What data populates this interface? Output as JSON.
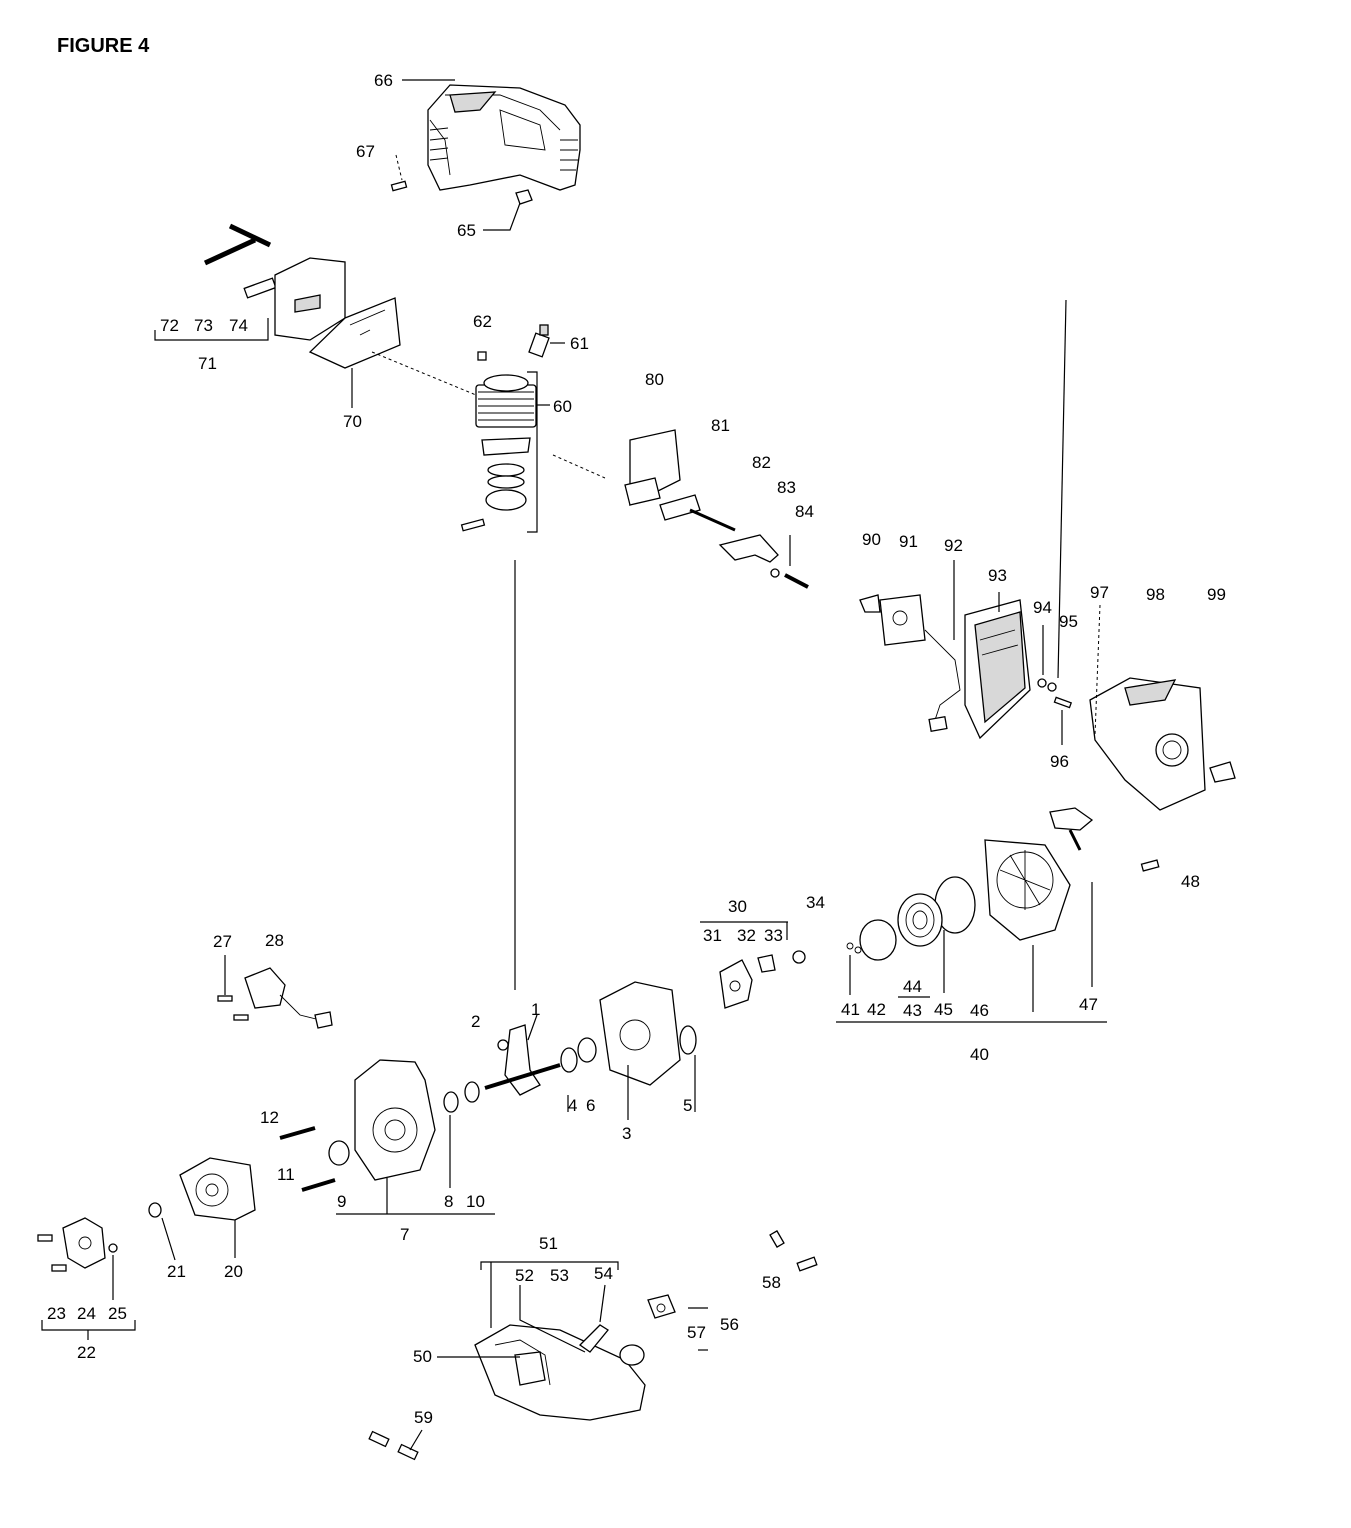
{
  "figure_title": "FIGURE 4",
  "part_labels": {
    "p1": "1",
    "p2": "2",
    "p3": "3",
    "p4": "4",
    "p5": "5",
    "p6": "6",
    "p7": "7",
    "p8": "8",
    "p9": "9",
    "p10": "10",
    "p11": "11",
    "p12": "12",
    "p20": "20",
    "p21": "21",
    "p22": "22",
    "p23": "23",
    "p24": "24",
    "p25": "25",
    "p27": "27",
    "p28": "28",
    "p30": "30",
    "p31": "31",
    "p32": "32",
    "p33": "33",
    "p34": "34",
    "p40": "40",
    "p41": "41",
    "p42": "42",
    "p43": "43",
    "p44": "44",
    "p45": "45",
    "p46": "46",
    "p47": "47",
    "p48": "48",
    "p50": "50",
    "p51": "51",
    "p52": "52",
    "p53": "53",
    "p54": "54",
    "p56": "56",
    "p57": "57",
    "p58": "58",
    "p59": "59",
    "p60": "60",
    "p61": "61",
    "p62": "62",
    "p65": "65",
    "p66": "66",
    "p67": "67",
    "p70": "70",
    "p71": "71",
    "p72": "72",
    "p73": "73",
    "p74": "74",
    "p80": "80",
    "p81": "81",
    "p82": "82",
    "p83": "83",
    "p84": "84",
    "p90": "90",
    "p91": "91",
    "p92": "92",
    "p93": "93",
    "p94": "94",
    "p95": "95",
    "p96": "96",
    "p97": "97",
    "p98": "98",
    "p99": "99"
  }
}
